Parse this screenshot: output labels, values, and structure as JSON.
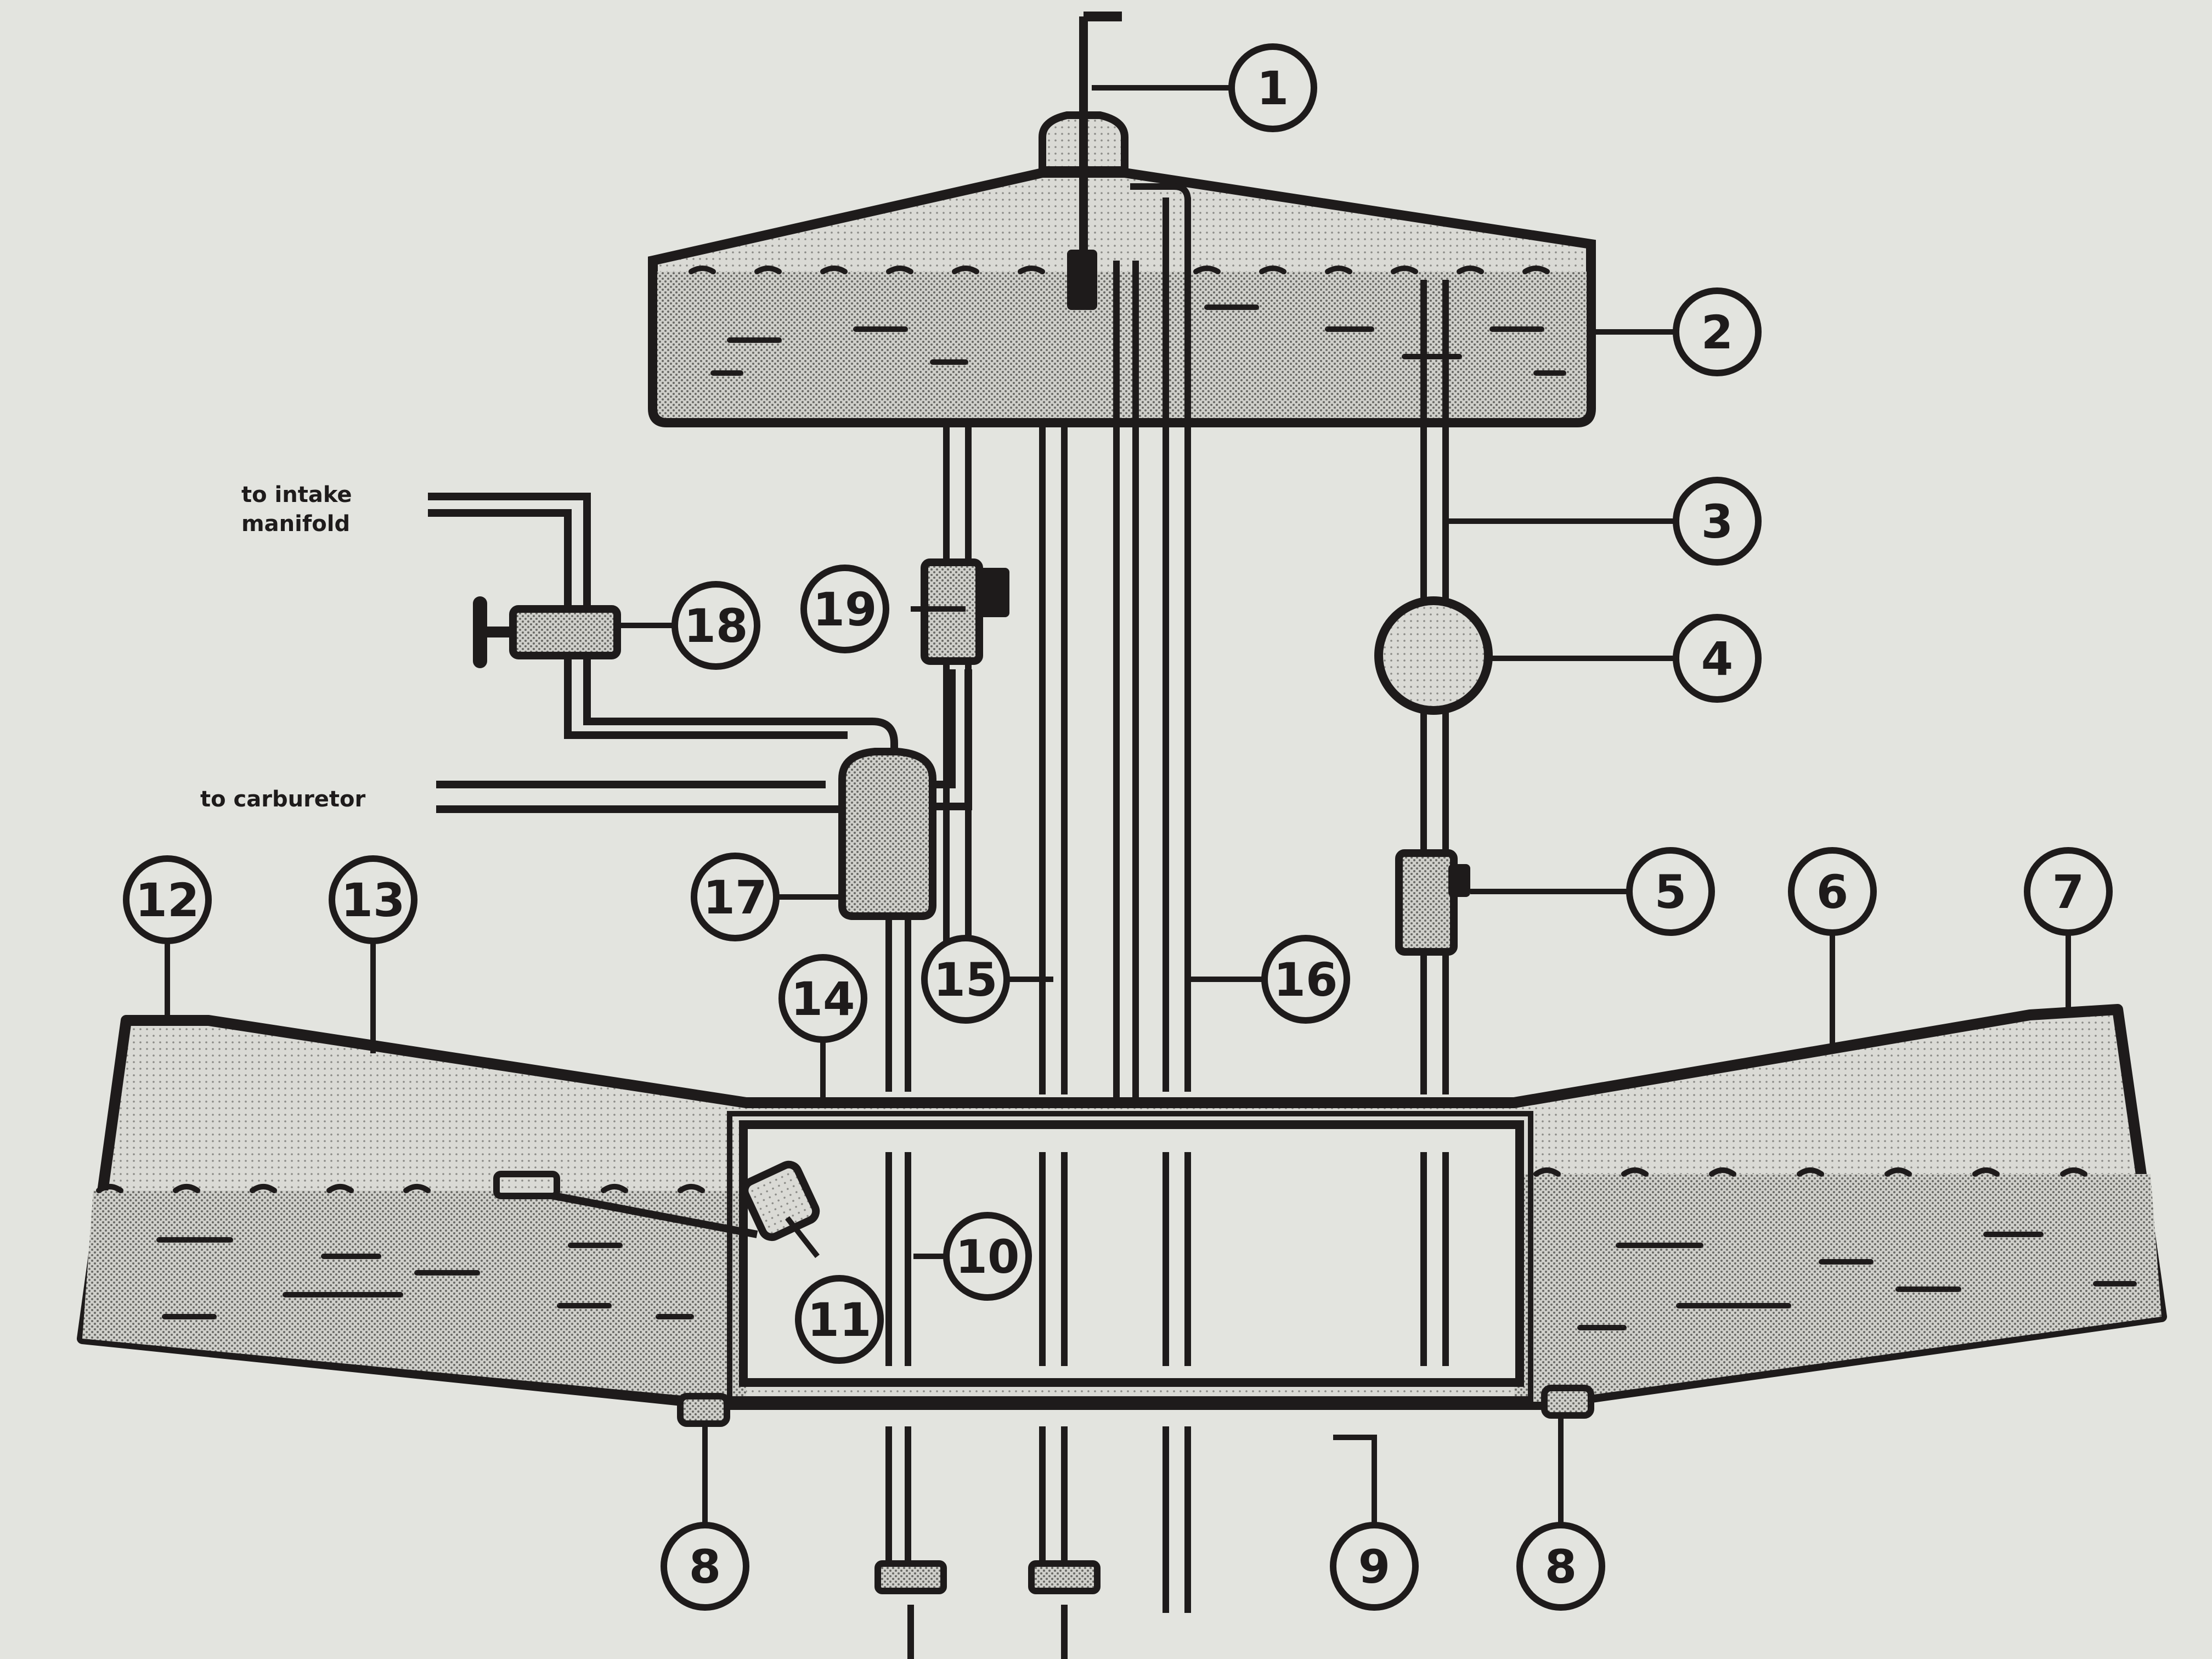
{
  "labels": {
    "intake_line1": "to intake",
    "intake_line2": "manifold",
    "carburetor": "to carburetor"
  },
  "callouts": {
    "c1": "1",
    "c2": "2",
    "c3": "3",
    "c4": "4",
    "c5": "5",
    "c6": "6",
    "c7": "7",
    "c8a": "8",
    "c8b": "8",
    "c9": "9",
    "c10": "10",
    "c11": "11",
    "c12": "12",
    "c13": "13",
    "c14": "14",
    "c15": "15",
    "c16": "16",
    "c17": "17",
    "c18": "18",
    "c19": "19"
  },
  "colors": {
    "ink": "#1e1b1b",
    "fluid_shade": "#9a9a96",
    "light_shade": "#c9c9c4",
    "paper": "#e3e4df"
  }
}
